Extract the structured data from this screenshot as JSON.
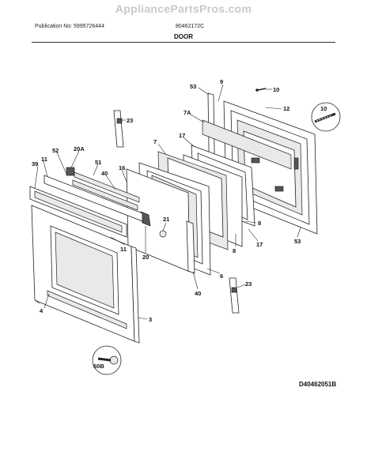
{
  "header": {
    "watermark": "AppliancePartsPros.com",
    "publication": "Publication No: 5995726444",
    "part_number": "80462172C",
    "title": "DOOR"
  },
  "footer": {
    "diagram_code": "D40462051B"
  },
  "callouts": {
    "c53a": "53",
    "c9": "9",
    "c10a": "10",
    "c12": "12",
    "c7a": "7A",
    "c10b": "10",
    "c23a": "23",
    "c17a": "17",
    "c7": "7",
    "c52": "52",
    "c20a": "20A",
    "c51": "51",
    "c11a": "11",
    "c39": "39",
    "c40a": "40",
    "c16": "16",
    "c21": "21",
    "c8a": "8",
    "c11b": "11",
    "c20": "20",
    "c8b": "8",
    "c17b": "17",
    "c53b": "53",
    "c6": "6",
    "c40b": "40",
    "c23b": "23",
    "c4": "4",
    "c3": "3",
    "c60b": "60B"
  }
}
